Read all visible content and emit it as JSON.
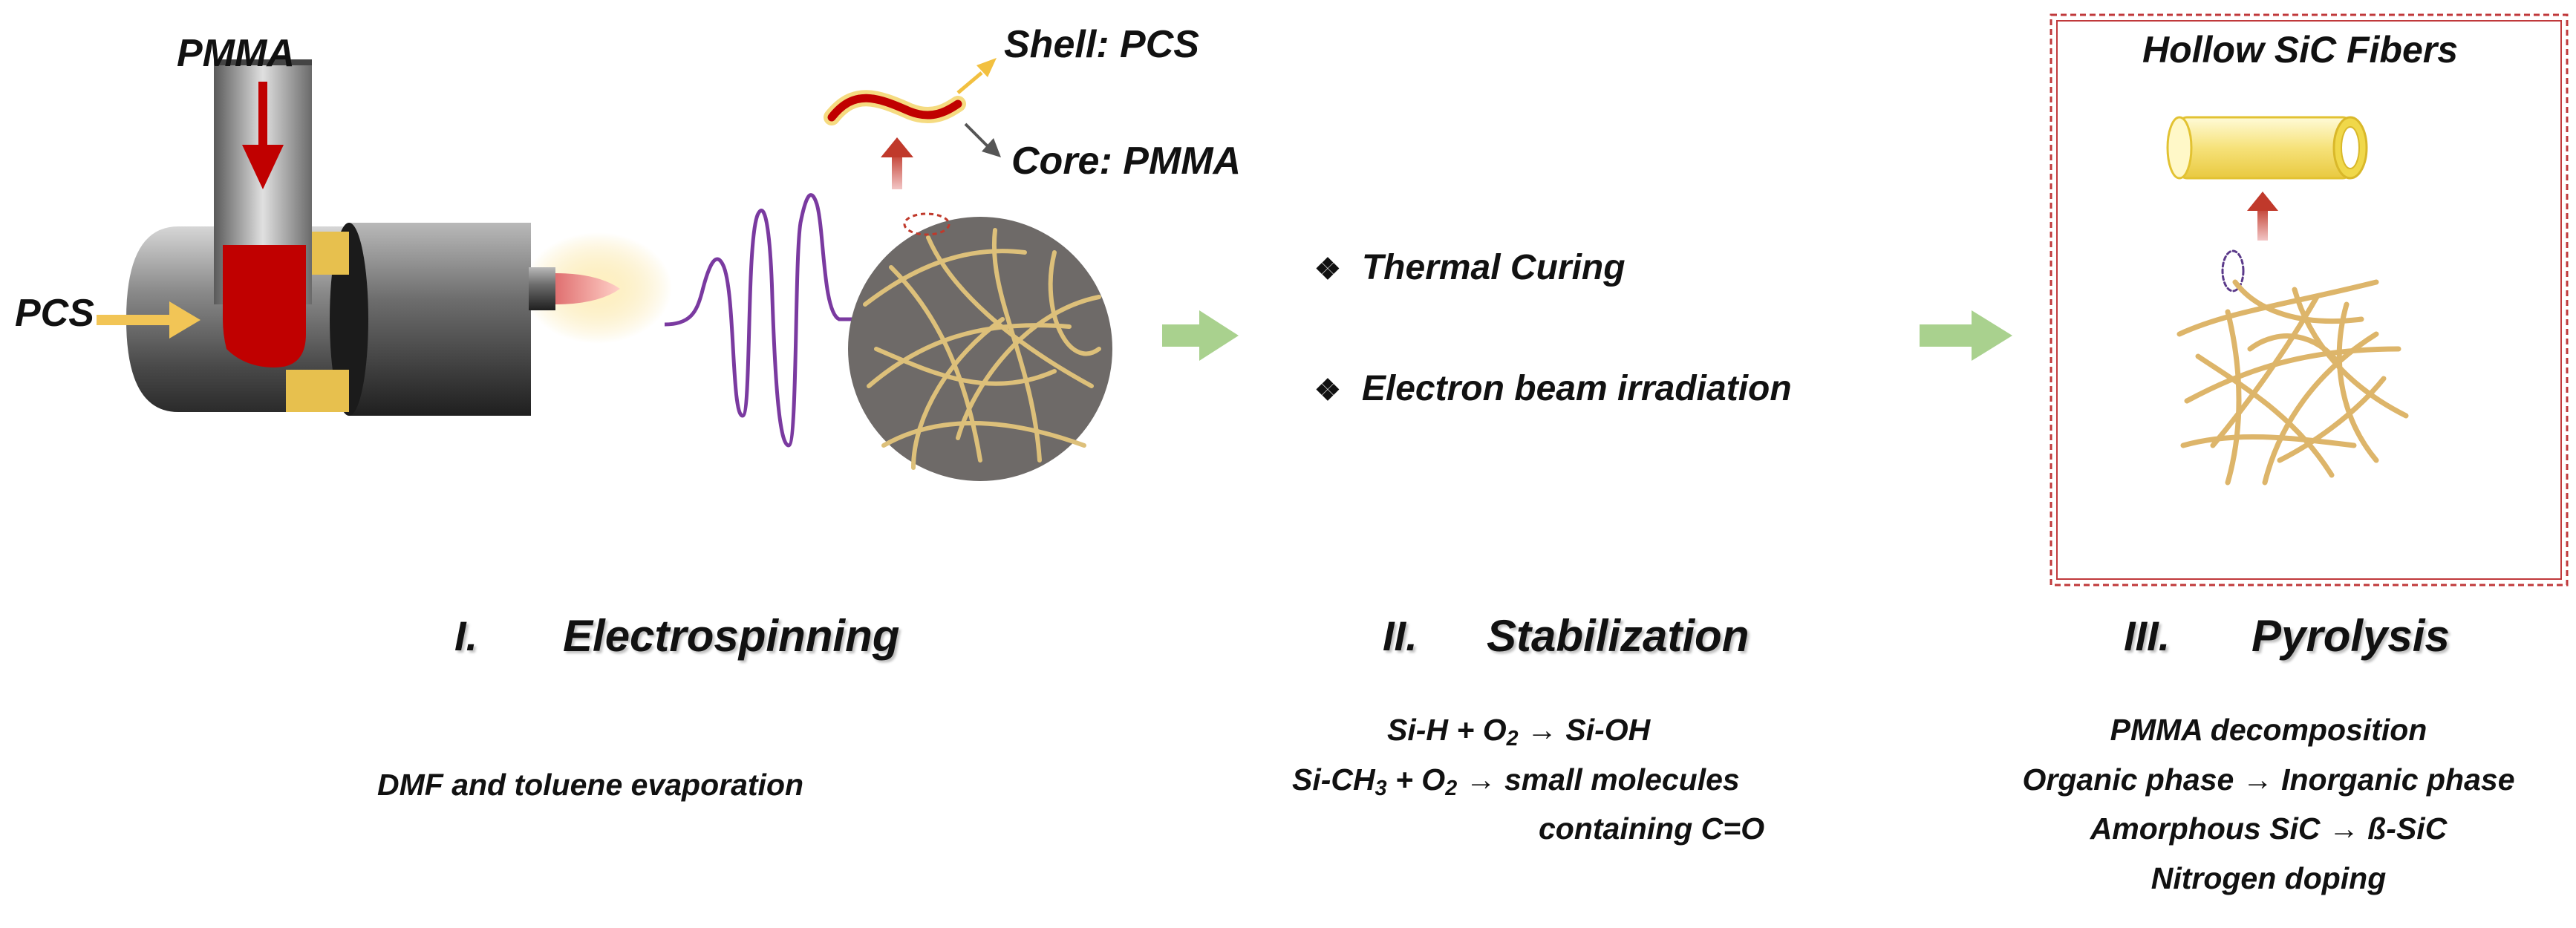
{
  "electrospinning": {
    "input_core": "PMMA",
    "input_shell": "PCS",
    "shell_label": "Shell: PCS",
    "core_label": "Core: PMMA"
  },
  "stabilization_methods": [
    "Thermal Curing",
    "Electron beam irradiation"
  ],
  "product_label": "Hollow SiC Fibers",
  "steps": [
    {
      "num": "I.",
      "title": "Electrospinning"
    },
    {
      "num": "II.",
      "title": "Stabilization"
    },
    {
      "num": "III.",
      "title": "Pyrolysis"
    }
  ],
  "notes": {
    "electrospinning": [
      "DMF and toluene evaporation"
    ],
    "stabilization": {
      "line1_a": "Si-H + O",
      "line1_sub": "2",
      "line1_b": " → Si-OH",
      "line2_a": "Si-CH",
      "line2_sub1": "3",
      "line2_b": " + O",
      "line2_sub2": "2",
      "line2_c": " → small molecules",
      "line3": "containing C=O"
    },
    "pyrolysis": [
      "PMMA decomposition",
      "Organic phase → Inorganic phase",
      "Amorphous SiC → ß-SiC",
      "Nitrogen doping"
    ]
  },
  "colors": {
    "core_red": "#c00000",
    "shell_yellow": "#f2cf57",
    "fiber_tan": "#ddc07a",
    "mat_gray": "#6e6a68",
    "wave_purple": "#7a3aa0",
    "flow_arrow_green": "#a9d18e",
    "frame_red": "#c0393b"
  }
}
